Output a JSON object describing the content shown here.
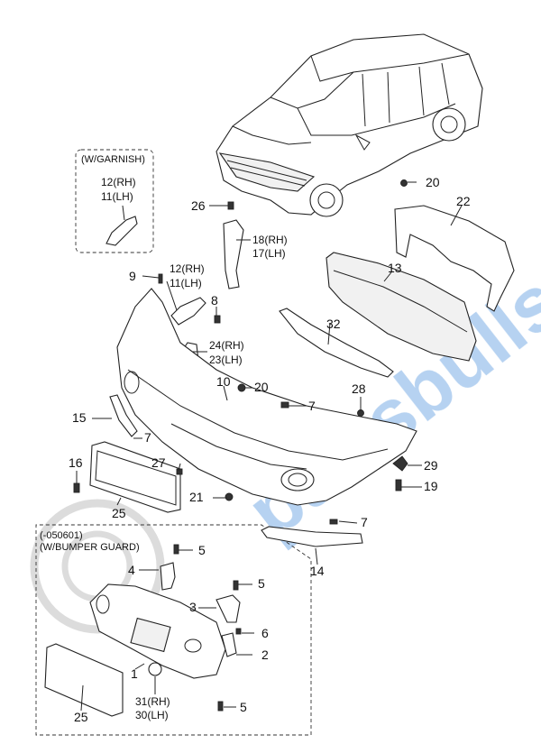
{
  "boxes": {
    "garnish": {
      "title": "(W/GARNISH)"
    },
    "bumper_guard": {
      "title_line1": "(-050601)",
      "title_line2": "(W/BUMPER GUARD)"
    }
  },
  "labels": {
    "p1": "1",
    "p2": "2",
    "p3": "3",
    "p4": "4",
    "p5a": "5",
    "p5b": "5",
    "p5c": "5",
    "p6": "6",
    "p7a": "7",
    "p7b": "7",
    "p7c": "7",
    "p8": "8",
    "p9": "9",
    "p10": "10",
    "p12a": "12(RH)",
    "p11a": "11(LH)",
    "p12b": "12(RH)",
    "p11b": "11(LH)",
    "p13": "13",
    "p14": "14",
    "p15": "15",
    "p16": "16",
    "p18": "18(RH)",
    "p17": "17(LH)",
    "p19": "19",
    "p20a": "20",
    "p20b": "20",
    "p21": "21",
    "p22": "22",
    "p24": "24(RH)",
    "p23": "23(LH)",
    "p25a": "25",
    "p25b": "25",
    "p26": "26",
    "p27": "27",
    "p28": "28",
    "p29": "29",
    "p31": "31(RH)",
    "p30": "30(LH)",
    "p32": "32"
  },
  "watermark": {
    "text": "partsbulls.com",
    "color": "#2e7fd6",
    "accent": "#3fbf3f"
  }
}
